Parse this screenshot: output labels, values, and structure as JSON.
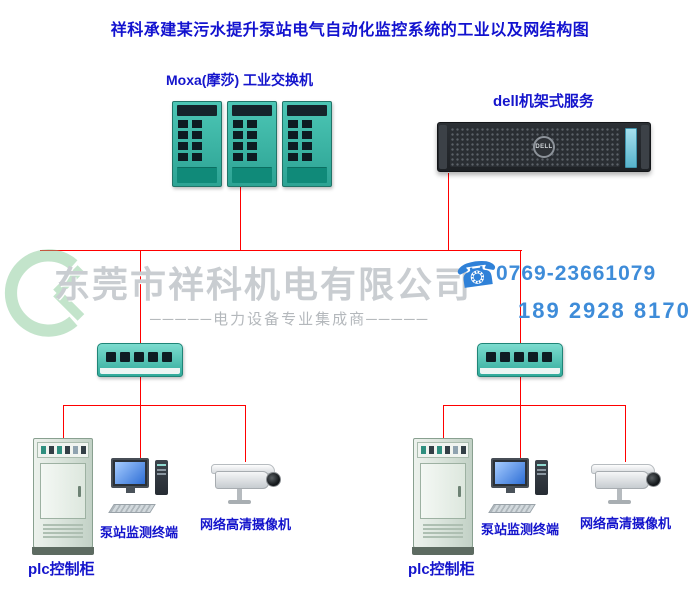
{
  "title": "祥科承建某污水提升泵站电气自动化监控系统的工业以及网结构图",
  "top": {
    "moxa_label": "Moxa(摩莎) 工业交换机",
    "dell_label": "dell机架式服务",
    "dell_logo": "DELL"
  },
  "watermark": {
    "company": "东莞市祥科机电有限公司",
    "tagline": "─────电力设备专业集成商─────",
    "phone_glyph": "☎",
    "phone_primary": "0769-23661079",
    "phone_secondary": "189 2928 8170"
  },
  "left_group": {
    "plc_label": "plc控制柜",
    "terminal_label": "泵站监测终端",
    "camera_label": "网络高清摄像机"
  },
  "right_group": {
    "plc_label": "plc控制柜",
    "terminal_label": "泵站监测终端",
    "camera_label": "网络高清摄像机"
  },
  "colors": {
    "title_blue": "#1212cf",
    "label_blue": "#1414cc",
    "line_red": "#ff0000",
    "switch_teal": "#3cb9a9",
    "phone_blue": "#3e8cd9",
    "watermark_gray": "#c9cdd1"
  }
}
